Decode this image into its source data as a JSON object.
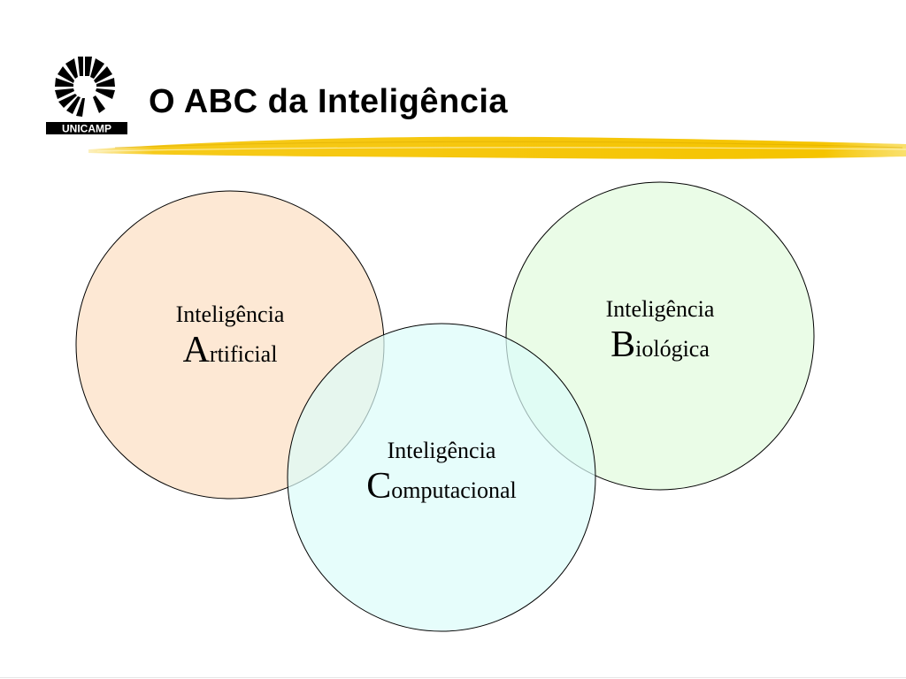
{
  "slide": {
    "title": "O ABC da Inteligência",
    "logo_text": "UNICAMP",
    "accent_color": "#f5c400"
  },
  "circles": [
    {
      "id": "artificial",
      "line1": "Inteligência",
      "initial": "A",
      "rest": "rtificial",
      "fill": "#fde5cf"
    },
    {
      "id": "biologica",
      "line1": "Inteligência",
      "initial": "B",
      "rest": "iológica",
      "fill": "#e3fbdf"
    },
    {
      "id": "computacional",
      "line1": "Inteligência",
      "initial": "C",
      "rest": "omputacional",
      "fill": "#dcfcfa"
    }
  ]
}
